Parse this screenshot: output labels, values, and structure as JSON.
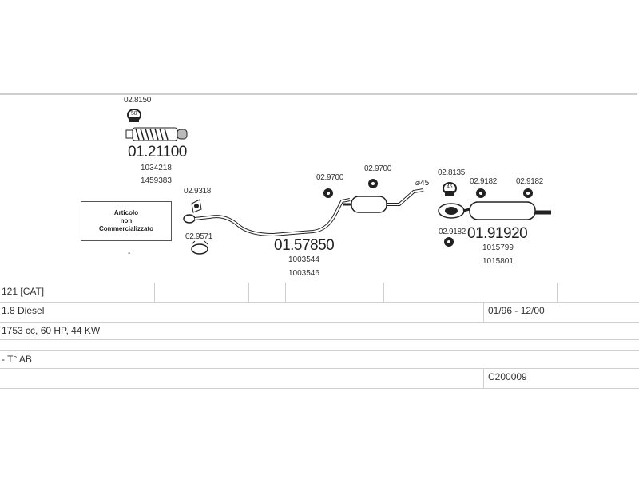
{
  "parts": {
    "flex_pipe": {
      "clamp_code": "02.8150",
      "clamp_label": "50",
      "part_number": "01.21100",
      "oem": [
        "1034218",
        "1459383"
      ]
    },
    "front_pipe": {
      "gasket_code": "02.9318",
      "gasket2_code": "02.9571"
    },
    "middle_silencer": {
      "hanger1_code": "02.9700",
      "hanger2_code": "02.9700",
      "diameter": "⌀45",
      "part_number": "01.57850",
      "oem": [
        "1003544",
        "1003546"
      ]
    },
    "rear_silencer": {
      "clamp_code": "02.8135",
      "clamp_label": "45",
      "hanger1_code": "02.9182",
      "hanger2_code": "02.9182",
      "hanger3_code": "02.9182",
      "part_number": "01.91920",
      "oem": [
        "1015799",
        "1015801"
      ]
    }
  },
  "notice": [
    "Articolo",
    "non",
    "Commercializzato"
  ],
  "dash": "-",
  "table": {
    "rows": [
      {
        "left": "121  [CAT]",
        "right": ""
      },
      {
        "left": "1.8 Diesel",
        "right": "01/96 - 12/00"
      },
      {
        "left": "1753 cc, 60 HP, 44 KW",
        "right": ""
      },
      {
        "left": "- T° AB",
        "right": ""
      },
      {
        "left": "",
        "right": "C200009"
      }
    ]
  }
}
